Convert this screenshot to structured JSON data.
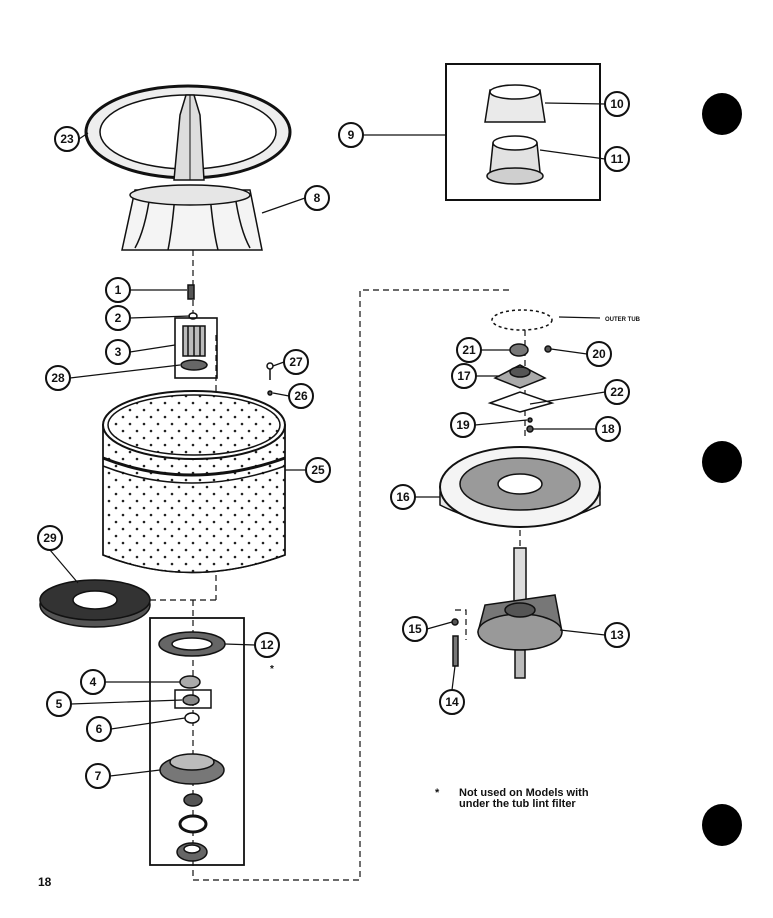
{
  "callouts": [
    {
      "id": "c23",
      "num": "23"
    },
    {
      "id": "c8",
      "num": "8"
    },
    {
      "id": "c9",
      "num": "9"
    },
    {
      "id": "c10",
      "num": "10"
    },
    {
      "id": "c11",
      "num": "11"
    },
    {
      "id": "c1",
      "num": "1"
    },
    {
      "id": "c2",
      "num": "2"
    },
    {
      "id": "c3",
      "num": "3"
    },
    {
      "id": "c28",
      "num": "28"
    },
    {
      "id": "c27",
      "num": "27"
    },
    {
      "id": "c26",
      "num": "26"
    },
    {
      "id": "c25",
      "num": "25"
    },
    {
      "id": "c29",
      "num": "29"
    },
    {
      "id": "c12",
      "num": "12"
    },
    {
      "id": "c4",
      "num": "4"
    },
    {
      "id": "c5",
      "num": "5"
    },
    {
      "id": "c6",
      "num": "6"
    },
    {
      "id": "c7",
      "num": "7"
    },
    {
      "id": "c21",
      "num": "21"
    },
    {
      "id": "c20",
      "num": "20"
    },
    {
      "id": "c17",
      "num": "17"
    },
    {
      "id": "c22",
      "num": "22"
    },
    {
      "id": "c19",
      "num": "19"
    },
    {
      "id": "c18",
      "num": "18"
    },
    {
      "id": "c16",
      "num": "16"
    },
    {
      "id": "c15",
      "num": "15"
    },
    {
      "id": "c13",
      "num": "13"
    },
    {
      "id": "c14",
      "num": "14"
    }
  ],
  "outer_tub_label": "OUTER TUB",
  "note": {
    "marker": "*",
    "line1": "Not used on Models with",
    "line2": "under the tub lint filter"
  },
  "page_number": "18"
}
